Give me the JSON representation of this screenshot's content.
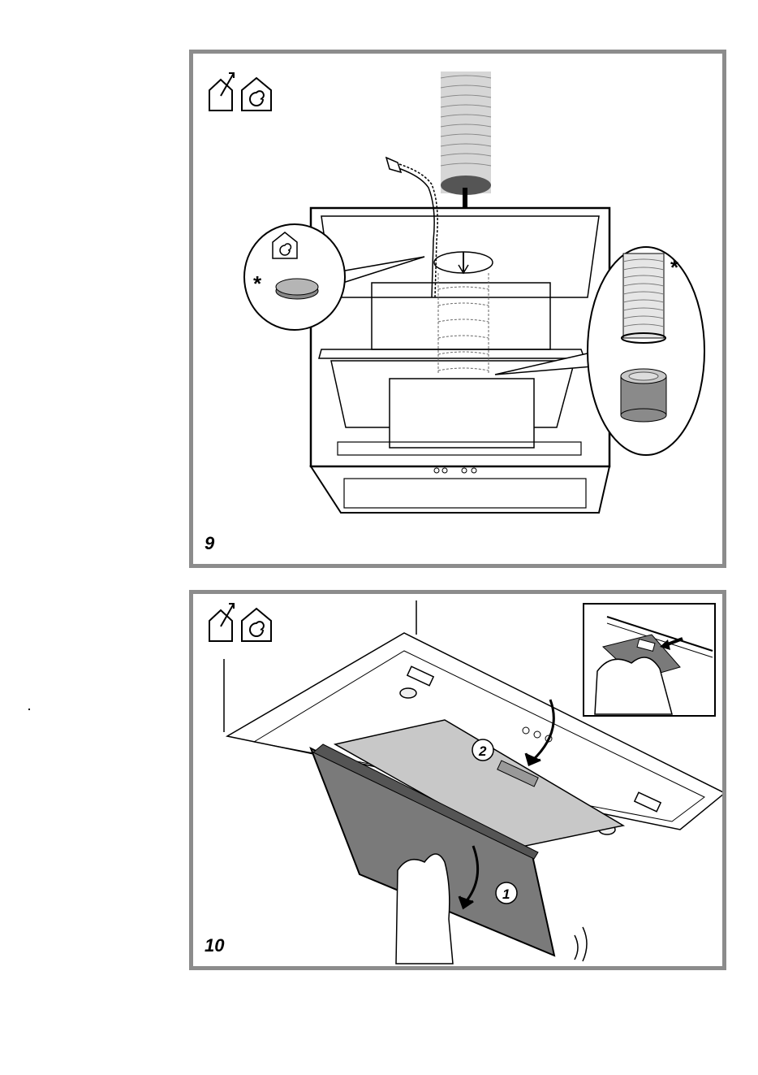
{
  "panels": [
    {
      "step_number": "9",
      "icons": [
        "ducted-extraction-icon",
        "recirculation-icon"
      ],
      "callouts": [
        {
          "marker": "*",
          "icon": "recirculation-icon",
          "part": "carbon-filter"
        },
        {
          "marker": "*",
          "part": "flexible-duct-with-clamp"
        }
      ]
    },
    {
      "step_number": "10",
      "icons": [
        "ducted-extraction-icon",
        "recirculation-icon"
      ],
      "step_labels": [
        "1",
        "2"
      ]
    }
  ],
  "colors": {
    "frame": "#8c8c8c",
    "panel_fill": "#7a7a7a",
    "filter_fill": "#c8c8c8",
    "duct_fill": "#d0d0d0"
  }
}
